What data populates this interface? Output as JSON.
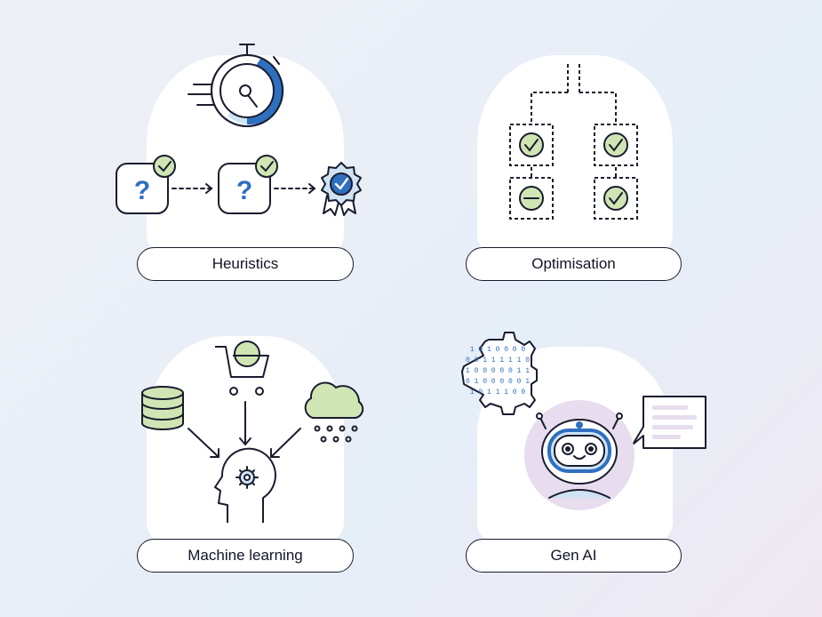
{
  "panels": {
    "heuristics": {
      "label": "Heuristics"
    },
    "optimisation": {
      "label": "Optimisation"
    },
    "machine_learning": {
      "label": "Machine learning"
    },
    "gen_ai": {
      "label": "Gen AI"
    }
  },
  "colors": {
    "accent_blue": "#2f6fc0",
    "light_blue": "#cfe3f5",
    "accent_green": "#cfe6b4",
    "light_purple": "#e7ddee",
    "outline": "#1a1c2e"
  },
  "icons": {
    "heuristics": [
      "stopwatch-icon",
      "question-icon",
      "check-badge-icon",
      "arrow-icon",
      "award-ribbon-icon"
    ],
    "optimisation": [
      "decision-tree-icon",
      "check-icon",
      "minus-icon"
    ],
    "machine_learning": [
      "database-icon",
      "shopping-cart-icon",
      "cloud-icon",
      "head-gear-icon",
      "arrow-icon"
    ],
    "gen_ai": [
      "binary-gear-icon",
      "robot-icon",
      "chat-bubble-icon"
    ]
  },
  "binary_gear_rows": [
    "1 0 1 0 0 0 0",
    "0 0 1 1 1 1 1 0",
    "1 0 0 0 0 0 1 1",
    "0 1 0 0 0 0 0 1",
    "1 0 1 1 1 0 0"
  ]
}
